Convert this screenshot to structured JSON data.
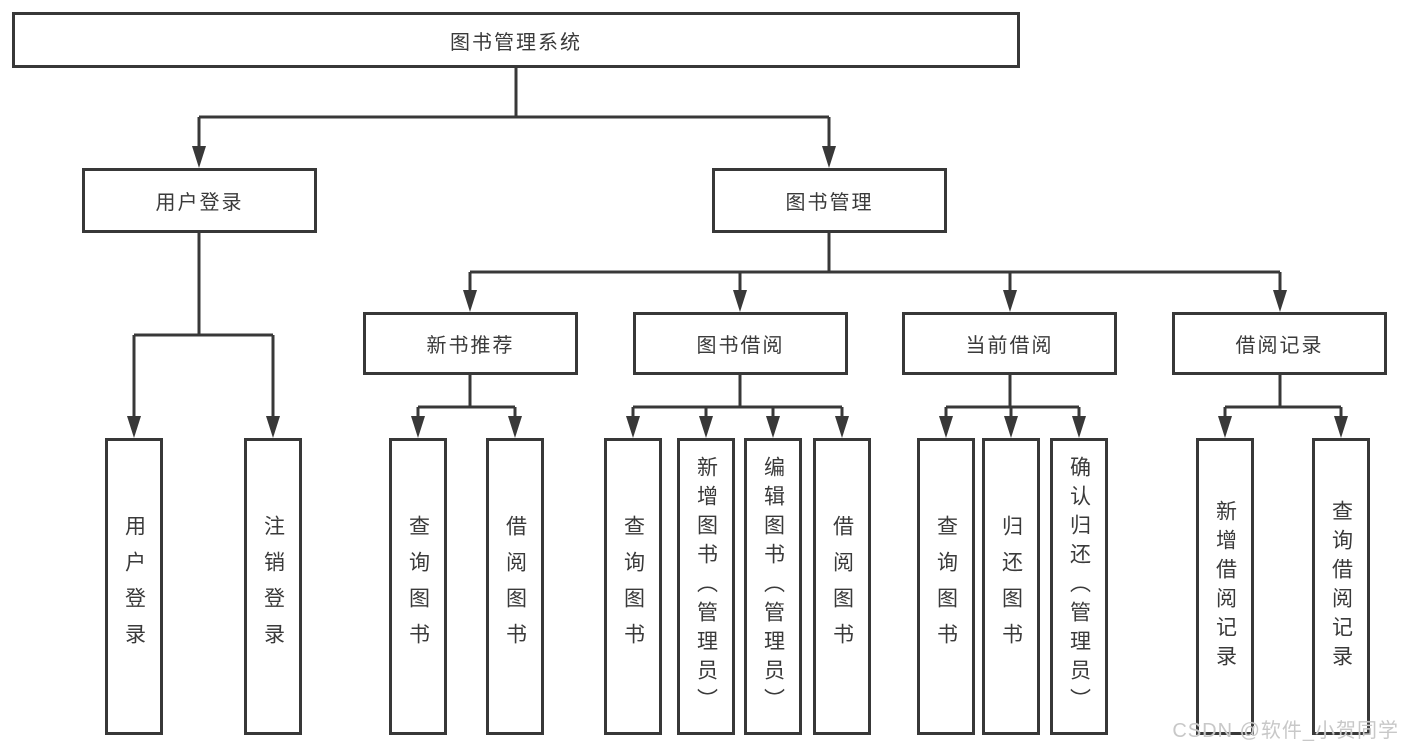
{
  "colors": {
    "line": "#383838",
    "text": "#3a3a3a",
    "watermark": "#c8c8c8",
    "box_bg": "#ffffff"
  },
  "tree": {
    "root": {
      "label": "图书管理系统",
      "children": [
        {
          "label": "用户登录",
          "children": [
            {
              "label": "用户登录"
            },
            {
              "label": "注销登录"
            }
          ]
        },
        {
          "label": "图书管理",
          "children": [
            {
              "label": "新书推荐",
              "children": [
                {
                  "label": "查询图书"
                },
                {
                  "label": "借阅图书"
                }
              ]
            },
            {
              "label": "图书借阅",
              "children": [
                {
                  "label": "查询图书"
                },
                {
                  "label": "新增图书（管理员）"
                },
                {
                  "label": "编辑图书（管理员）"
                },
                {
                  "label": "借阅图书"
                }
              ]
            },
            {
              "label": "当前借阅",
              "children": [
                {
                  "label": "查询图书"
                },
                {
                  "label": "归还图书"
                },
                {
                  "label": "确认归还（管理员）"
                }
              ]
            },
            {
              "label": "借阅记录",
              "children": [
                {
                  "label": "新增借阅记录"
                },
                {
                  "label": "查询借阅记录"
                }
              ]
            }
          ]
        }
      ]
    }
  },
  "watermark": {
    "text": "CSDN @软件_小贺同学"
  }
}
